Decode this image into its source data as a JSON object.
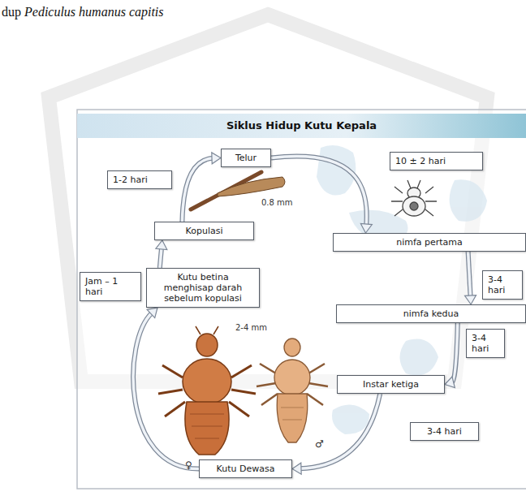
{
  "diagram": {
    "title": "Siklus Hidup Kutu Kepala",
    "nodes": [
      {
        "text": [
          "Telur"
        ]
      },
      {
        "text": [
          "10 ± 2 hari"
        ]
      },
      {
        "text": [
          "nimfa pertama"
        ]
      },
      {
        "text": [
          "3-4 hari"
        ]
      },
      {
        "text": [
          "nimfa kedua"
        ]
      },
      {
        "text": [
          "3-4 hari"
        ]
      },
      {
        "text": [
          "Instar ketiga"
        ]
      },
      {
        "text": [
          "3-4 hari"
        ]
      },
      {
        "text": [
          "Kutu Dewasa"
        ]
      },
      {
        "text": [
          "Kutu betina menghisap darah sebelum kopulasi"
        ]
      },
      {
        "text": [
          "Jam – 1 hari"
        ]
      },
      {
        "text": [
          "Kopulasi"
        ]
      },
      {
        "text": [
          "1-2 hari"
        ]
      }
    ],
    "edges": [
      {
        "from": 0,
        "to": 2,
        "arrow": "to"
      },
      {
        "from": 2,
        "to": 4,
        "arrow": "to"
      },
      {
        "from": 4,
        "to": 6,
        "arrow": "to"
      },
      {
        "from": 6,
        "to": 8,
        "arrow": "to"
      },
      {
        "from": 8,
        "to": 9,
        "arrow": "to"
      },
      {
        "from": 9,
        "to": 11,
        "arrow": "to"
      },
      {
        "from": 11,
        "to": 0,
        "arrow": "to"
      }
    ],
    "labels": [
      "dup",
      "Pediculus humanus capitis",
      "0.8 mm",
      "2-4 mm",
      "♀",
      "♂"
    ]
  }
}
